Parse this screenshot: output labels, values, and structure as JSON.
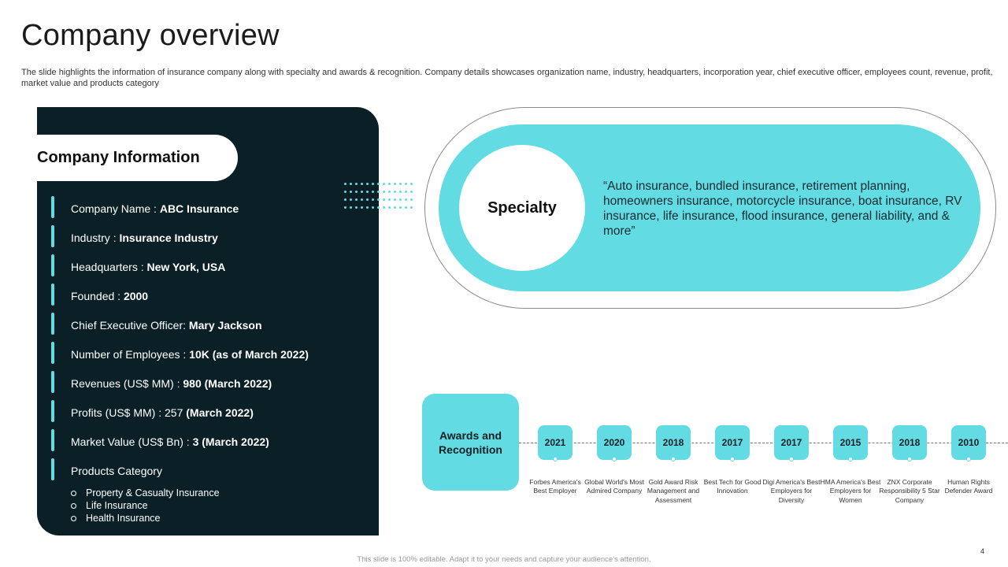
{
  "title": "Company overview",
  "subtitle": "The slide highlights the information of insurance company along with specialty and awards & recognition. Company details showcases organization name, industry, headquarters, incorporation year, chief executive officer, employees count, revenue, profit, market value and products category",
  "company_info": {
    "header": "Company Information",
    "rows": [
      {
        "label": "Company Name : ",
        "value": "ABC Insurance"
      },
      {
        "label": "Industry : ",
        "value": "Insurance Industry"
      },
      {
        "label": "Headquarters : ",
        "value": "New York, USA"
      },
      {
        "label": "Founded : ",
        "value": "2000"
      },
      {
        "label": "Chief Executive Officer: ",
        "value": "Mary Jackson"
      },
      {
        "label": "Number of Employees : ",
        "value": "10K (as of March 2022)"
      },
      {
        "label": "Revenues (US$ MM) : ",
        "value": "980 (March 2022)"
      },
      {
        "label": "Profits (US$ MM) : 257 ",
        "value": "(March 2022)"
      },
      {
        "label": "Market Value (US$ Bn) : ",
        "value": "3 (March 2022)"
      },
      {
        "label": "Products Category",
        "value": ""
      }
    ],
    "products": [
      "Property & Casualty Insurance",
      "Life Insurance",
      "Health Insurance"
    ]
  },
  "specialty": {
    "label": "Specialty",
    "text": "“Auto insurance, bundled insurance, retirement planning, homeowners insurance, motorcycle insurance, boat insurance, RV insurance, life insurance, flood insurance, general liability, and & more”"
  },
  "awards": {
    "label": "Awards and\nRecognition",
    "items": [
      {
        "year": "2021",
        "caption": "Forbes America's Best Employer"
      },
      {
        "year": "2020",
        "caption": "Global World's Most Admired Company"
      },
      {
        "year": "2018",
        "caption": "Gold Award Risk Management and Assessment"
      },
      {
        "year": "2017",
        "caption": "Best Tech for Good Innovation"
      },
      {
        "year": "2017",
        "caption": "Digi America's Best Employers for Diversity"
      },
      {
        "year": "2015",
        "caption": "HMA America's Best Employers for Women"
      },
      {
        "year": "2018",
        "caption": "ZNX Corporate Responsibility 5 Star Company"
      },
      {
        "year": "2010",
        "caption": "Human Rights Defender Award"
      }
    ]
  },
  "page_number": "4",
  "footer": "This slide is 100% editable. Adapt it to your needs and capture your audience’s attention.",
  "colors": {
    "accent": "#62dbe2",
    "dark": "#0b2026"
  }
}
